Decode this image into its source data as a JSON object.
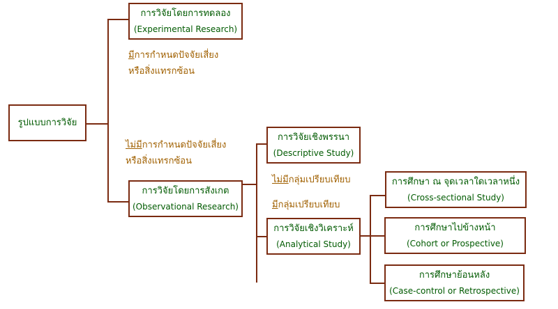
{
  "root": {
    "th": "รูปแบบการวิจัย"
  },
  "experimental": {
    "th": "การวิจัยโดยการทดลอง",
    "en": "(Experimental Research)"
  },
  "observational": {
    "th": "การวิจัยโดยการสังเกต",
    "en": "(Observational Research)"
  },
  "descriptive": {
    "th": "การวิจัยเชิงพรรนา",
    "en": "(Descriptive Study)"
  },
  "analytical": {
    "th": "การวิจัยเชิงวิเคราะห์",
    "en": "(Analytical  Study)"
  },
  "cross_sectional": {
    "th": "การศึกษา ณ จุดเวลาใดเวลาหนึ่ง",
    "en": "(Cross-sectional Study)"
  },
  "cohort": {
    "th": "การศึกษาไปข้างหน้า",
    "en": "(Cohort or Prospective)"
  },
  "case_control": {
    "th": "การศึกษาย้อนหลัง",
    "en": "(Case-control or Retrospective)"
  },
  "notes": {
    "exp_u": "มี",
    "exp_rest": "การกำหนดปัจจัยเสี่ยง",
    "exp_line2": "หรือสิ่งแทรกซ้อน",
    "obs_u": "ไม่มี",
    "obs_rest": "การกำหนดปัจจัยเสี่ยง",
    "obs_line2": "หรือสิ่งแทรกซ้อน",
    "desc_u": "ไม่มี",
    "desc_rest": "กลุ่มเปรียบเทียบ",
    "ana_u": "มี",
    "ana_rest": "กลุ่มเปรียบเทียบ"
  }
}
